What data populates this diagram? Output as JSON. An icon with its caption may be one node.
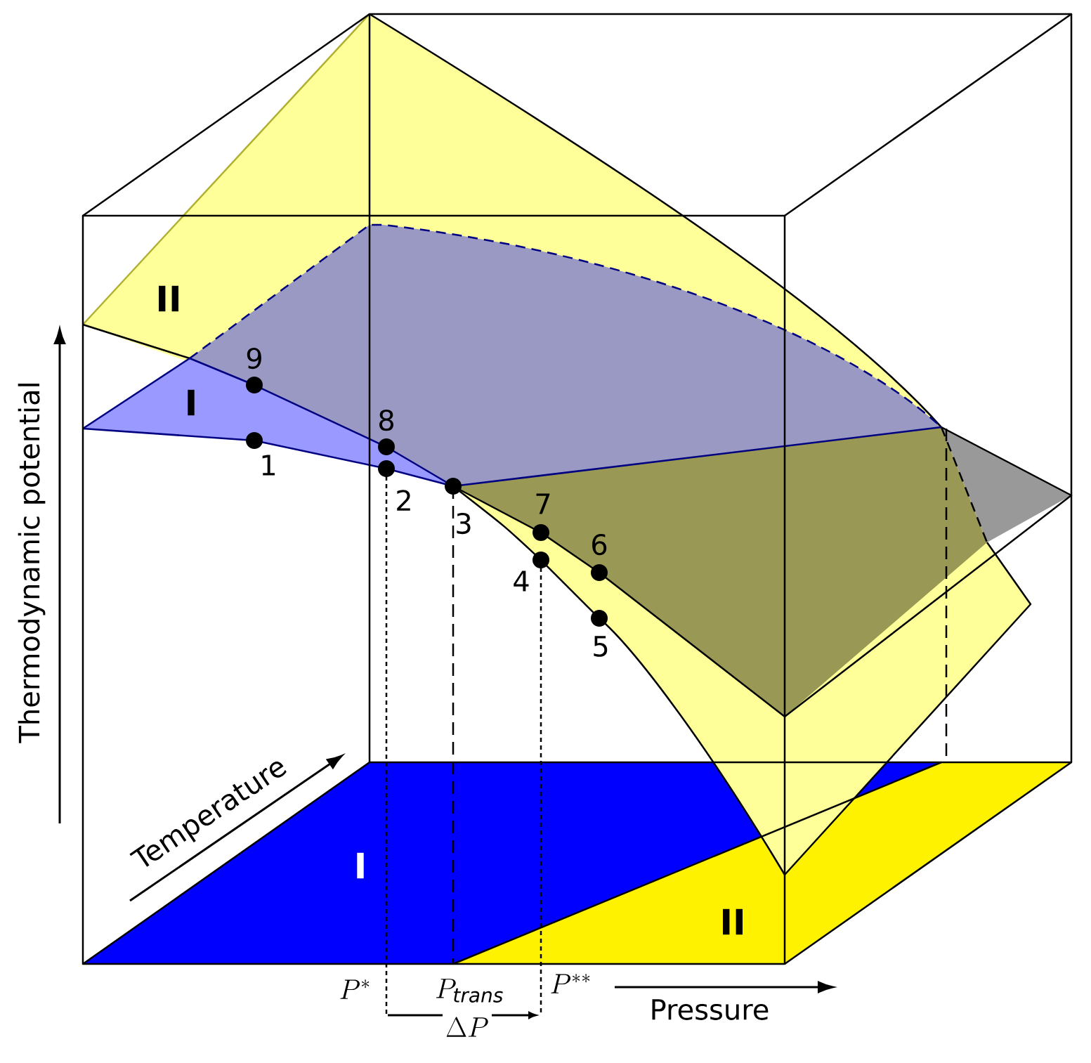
{
  "diagram": {
    "labels": [
      "II",
      "9",
      "I",
      "8",
      "1",
      "2",
      "3",
      "7",
      "6",
      "4",
      "5",
      "Thermodynamic potential",
      "Temperature",
      "I",
      "II",
      "P^{*}",
      "P_{\\mathit{trans}}",
      "P^{**}",
      "Pressure",
      "\\Delta P"
    ]
  }
}
